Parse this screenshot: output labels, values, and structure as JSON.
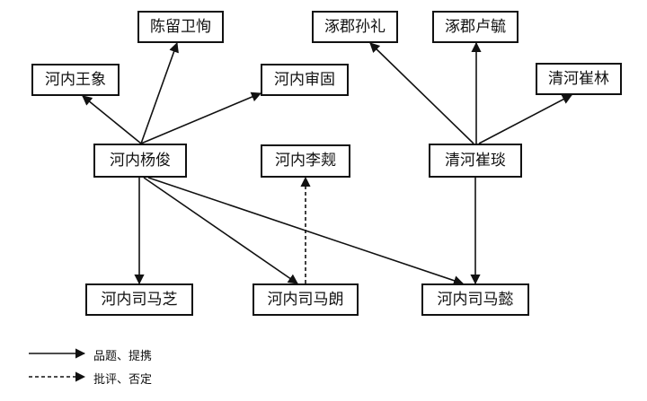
{
  "nodes": {
    "chen_liu_wei_xun": "陈留卫恂",
    "zhuo_jun_sun_li": "涿郡孙礼",
    "zhuo_jun_lu_yu": "涿郡卢毓",
    "he_nei_wang_xiang": "河内王象",
    "he_nei_shen_gu": "河内审固",
    "qing_he_cui_lin": "清河崔林",
    "he_nei_yang_jun": "河内杨俊",
    "he_nei_li_gui": "河内李觌",
    "qing_he_cui_yan": "清河崔琰",
    "he_nei_sima_zhi": "河内司马芝",
    "he_nei_sima_lang": "河内司马朗",
    "he_nei_sima_yi": "河内司马懿"
  },
  "legend": {
    "solid_label": "品题、提携",
    "dashed_label": "批评、否定"
  },
  "colors": {
    "line": "#111111",
    "box_border": "#111111",
    "background": "#ffffff"
  }
}
